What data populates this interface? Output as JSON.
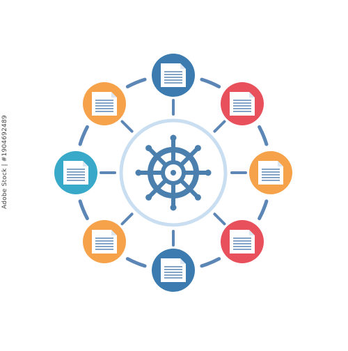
{
  "image": {
    "side_text": "Adobe Stock | #1904692489"
  },
  "colors": {
    "background": "#ffffff",
    "ring": "#c9def0",
    "wheel": "#4a7fae",
    "connector": "#5b86b5",
    "doc_page": "#ffffff",
    "doc_lines": "#5b86b5"
  },
  "nodes": [
    {
      "name": "top-document-node",
      "color": "#3b7bb0"
    },
    {
      "name": "top-right-document-node",
      "color": "#e8505b"
    },
    {
      "name": "right-document-node",
      "color": "#f6a24a"
    },
    {
      "name": "bottom-right-document-node",
      "color": "#e8505b"
    },
    {
      "name": "bottom-document-node",
      "color": "#3b7bb0"
    },
    {
      "name": "bottom-left-document-node",
      "color": "#f6a24a"
    },
    {
      "name": "left-document-node",
      "color": "#39a9c9"
    },
    {
      "name": "top-left-document-node",
      "color": "#f6a24a"
    }
  ]
}
